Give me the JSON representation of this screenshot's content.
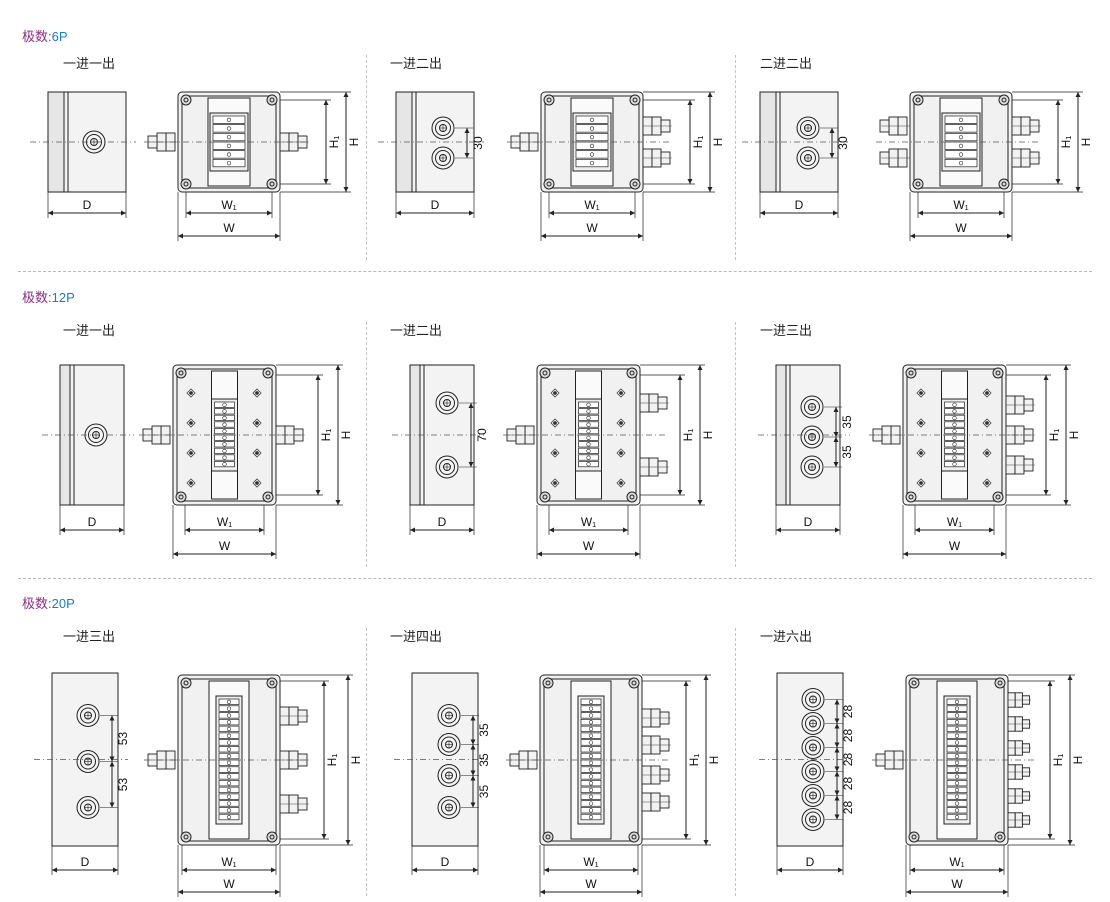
{
  "rows": [
    {
      "poles_label": "极数:",
      "poles_value": "6P",
      "configs": [
        {
          "label": "一进一出",
          "spacing_labels": []
        },
        {
          "label": "一进二出",
          "spacing_labels": [
            "30"
          ]
        },
        {
          "label": "二进二出",
          "spacing_labels": [
            "30"
          ]
        }
      ]
    },
    {
      "poles_label": "极数:",
      "poles_value": "12P",
      "configs": [
        {
          "label": "一进一出",
          "spacing_labels": []
        },
        {
          "label": "一进二出",
          "spacing_labels": [
            "70"
          ]
        },
        {
          "label": "一进三出",
          "spacing_labels": [
            "35",
            "35"
          ]
        }
      ]
    },
    {
      "poles_label": "极数:",
      "poles_value": "20P",
      "configs": [
        {
          "label": "一进三出",
          "spacing_labels": [
            "53",
            "53"
          ]
        },
        {
          "label": "一进四出",
          "spacing_labels": [
            "35",
            "35",
            "35"
          ]
        },
        {
          "label": "一进六出",
          "spacing_labels": [
            "28",
            "28",
            "28",
            "28",
            "28"
          ]
        }
      ]
    }
  ],
  "dimension_labels": {
    "depth": "D",
    "width": "W",
    "inner_width": "W₁",
    "height": "H",
    "inner_height": "H₁"
  }
}
